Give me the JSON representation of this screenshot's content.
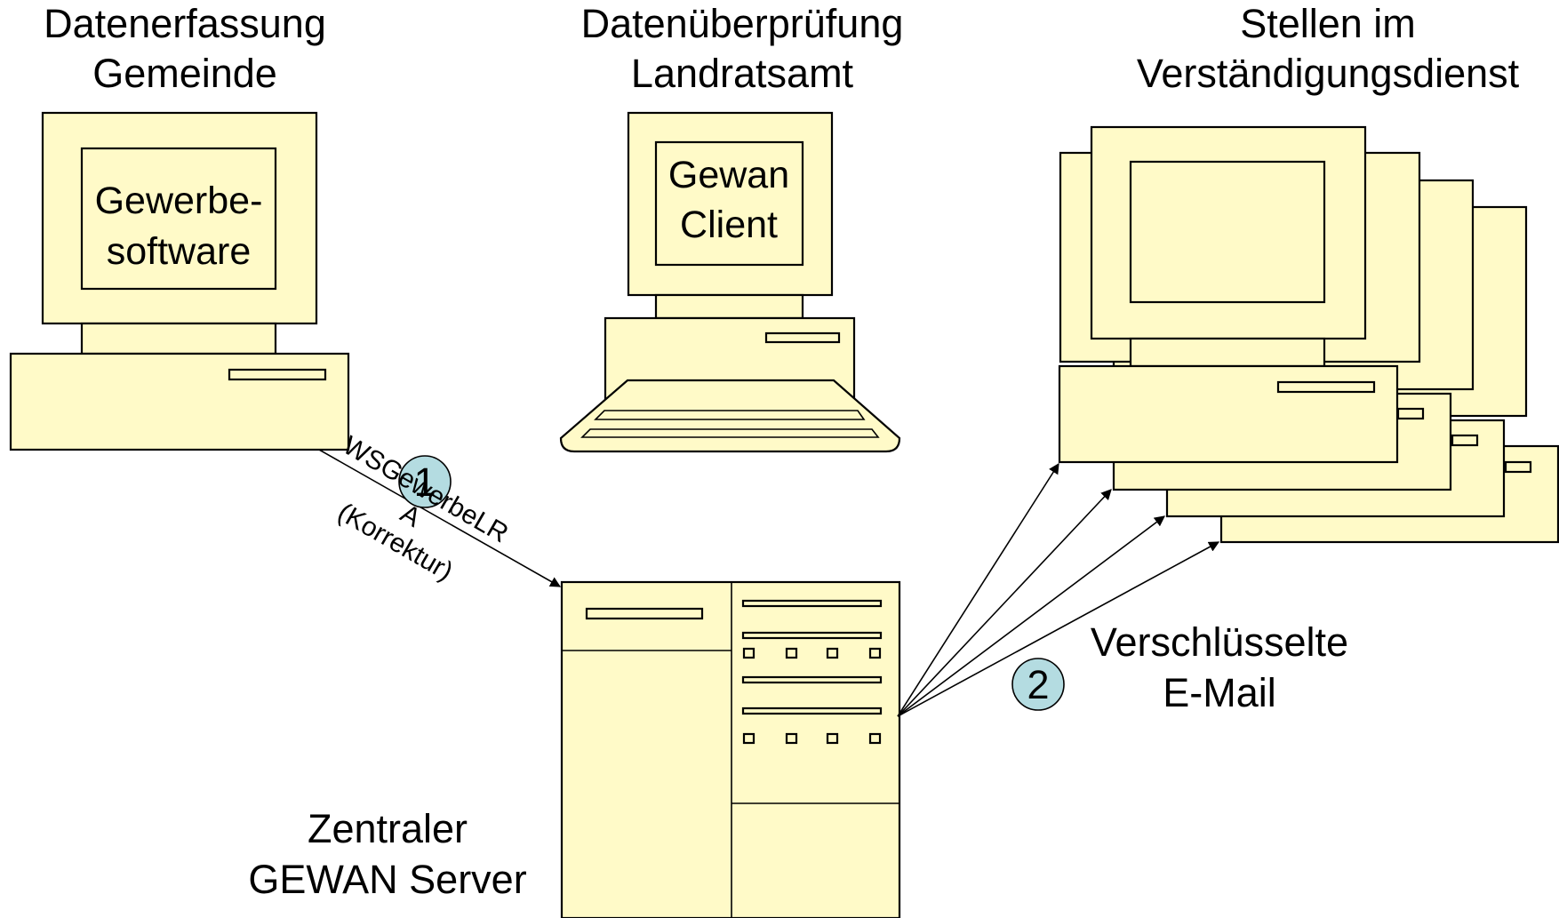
{
  "headings": {
    "gemeinde": {
      "line1": "Datenerfassung",
      "line2": "Gemeinde"
    },
    "landratsamt": {
      "line1": "Datenüberprüfung",
      "line2": "Landratsamt"
    },
    "stellen": {
      "line1": "Stellen im",
      "line2": "Verständigungsdienst"
    }
  },
  "screens": {
    "gemeinde": {
      "line1": "Gewerbe-",
      "line2": "software"
    },
    "landratsamt": {
      "line1": "Gewan",
      "line2": "Client"
    }
  },
  "server": {
    "line1": "Zentraler",
    "line2": "GEWAN Server"
  },
  "step1": {
    "badge": "1",
    "line1": "WSGewerbeLR",
    "line2": "A",
    "line3": "(Korrektur)"
  },
  "step2": {
    "badge": "2",
    "line1": "Verschlüsselte",
    "line2": "E-Mail"
  },
  "colors": {
    "device_fill": "#FFFAC8",
    "badge_fill": "#B4DCE1",
    "stroke": "#000000"
  }
}
